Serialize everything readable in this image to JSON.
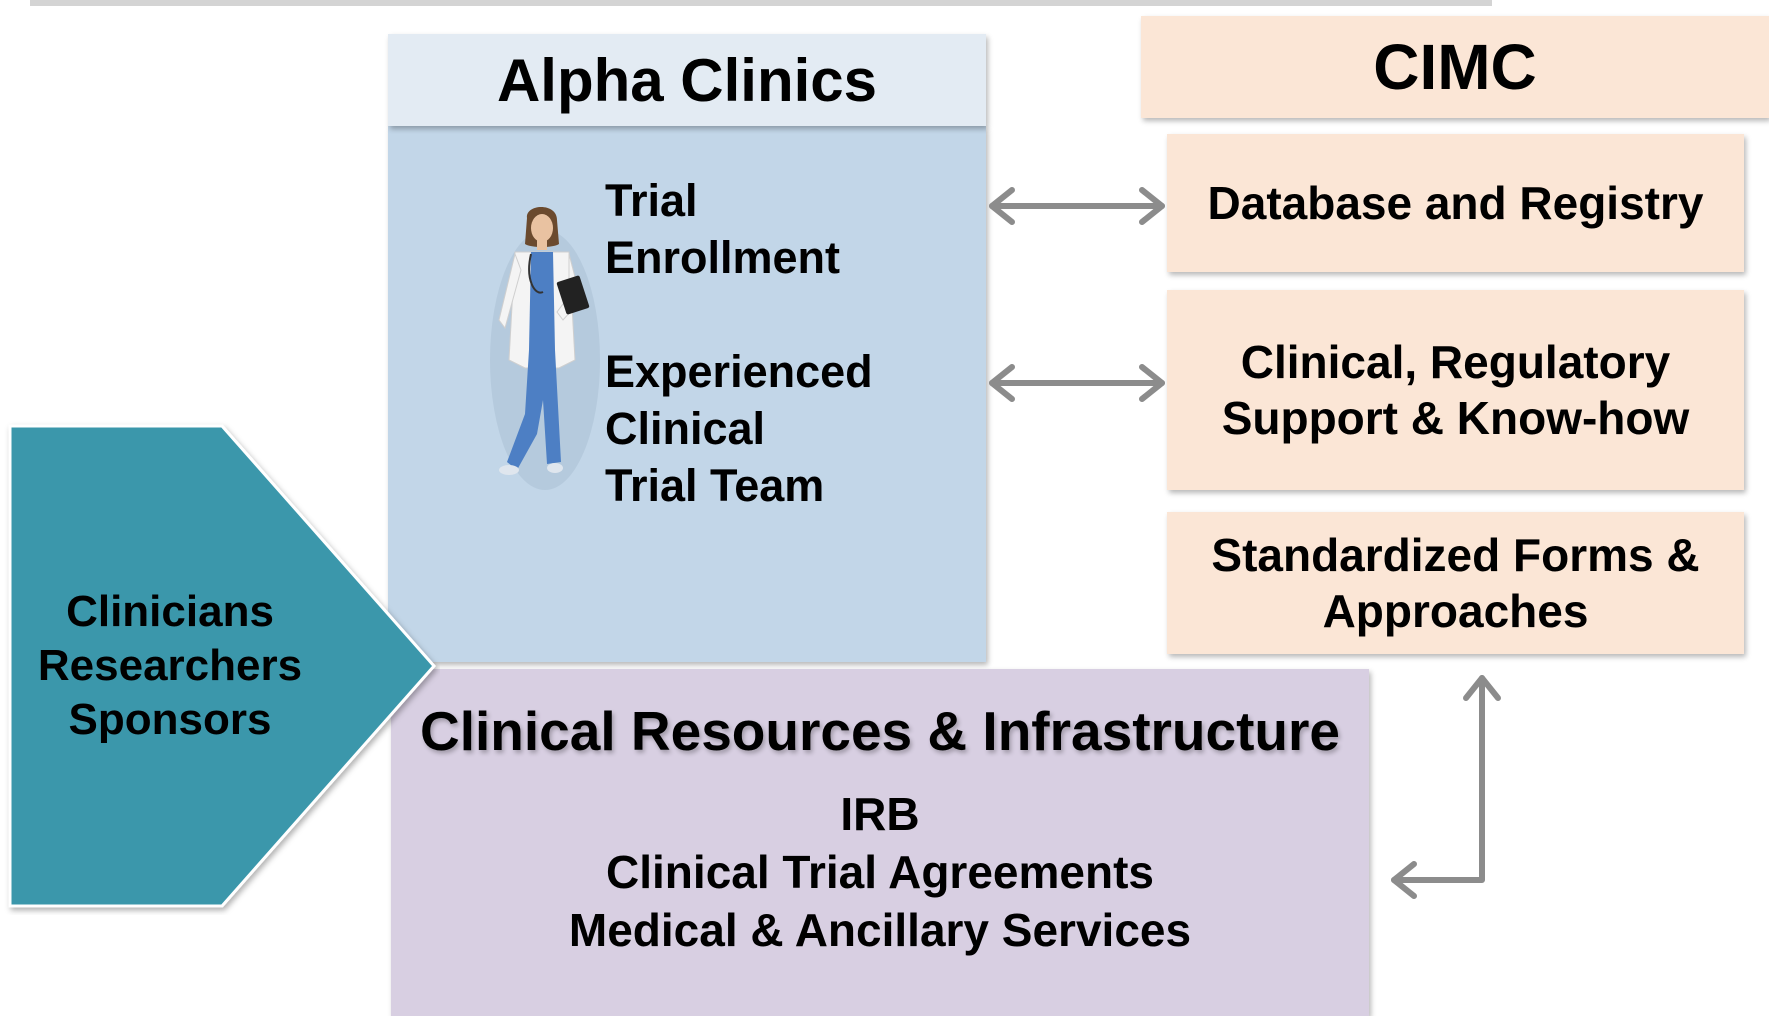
{
  "alpha_clinics": {
    "title": "Alpha Clinics",
    "enrollment": [
      "Trial",
      "Enrollment"
    ],
    "team": [
      "Experienced",
      "Clinical",
      "Trial Team"
    ]
  },
  "cimc": {
    "title": "CIMC",
    "database": "Database and Registry",
    "support": [
      "Clinical, Regulatory",
      "Support & Know-how"
    ],
    "forms": [
      "Standardized Forms &",
      "Approaches"
    ]
  },
  "stakeholders": [
    "Clinicians",
    "Researchers",
    "Sponsors"
  ],
  "resources": {
    "title": "Clinical Resources & Infrastructure",
    "items": [
      "IRB",
      "Clinical Trial Agreements",
      "Medical & Ancillary Services"
    ]
  },
  "colors": {
    "alpha_header": "#e3ebf3",
    "alpha_body": "#c2d6e8",
    "cimc_peach": "#fbe6d6",
    "resources_lavender": "#d8cfe2",
    "stakeholders_teal": "#3a97ab",
    "arrow_gray": "#8c8c8c"
  },
  "icons": {
    "doctor": "doctor-figure-icon",
    "arrows": "double-arrow-icon"
  }
}
